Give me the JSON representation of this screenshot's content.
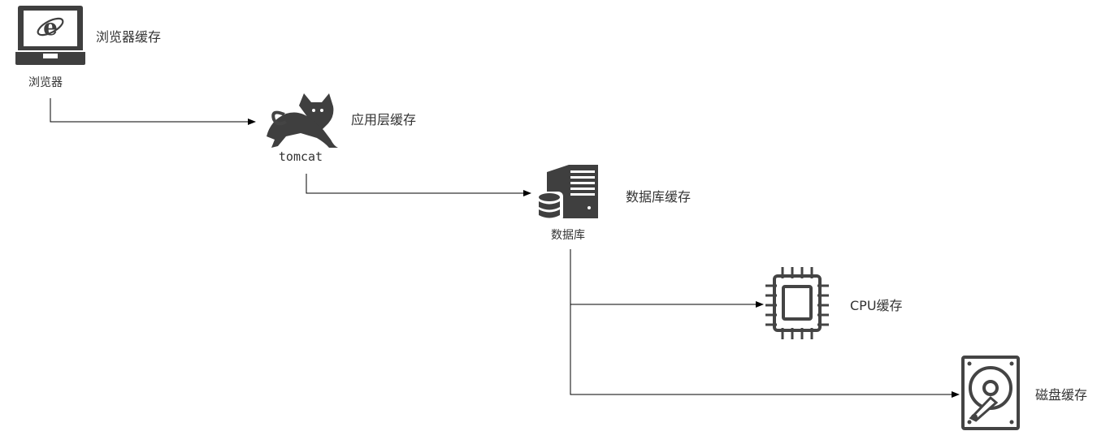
{
  "nodes": {
    "browser": {
      "caption": "浏览器",
      "label": "浏览器缓存"
    },
    "tomcat": {
      "caption": "tomcat",
      "label": "应用层缓存"
    },
    "database": {
      "caption": "数据库",
      "label": "数据库缓存"
    },
    "cpu": {
      "label": "CPU缓存"
    },
    "disk": {
      "label": "磁盘缓存"
    }
  },
  "icons": {
    "browser": "laptop-ie-icon",
    "tomcat": "tomcat-cat-icon",
    "database": "server-database-icon",
    "cpu": "cpu-chip-icon",
    "disk": "hard-disk-icon"
  },
  "colors": {
    "icon": "#3f3f3f",
    "line": "#000000",
    "text": "#333333"
  }
}
